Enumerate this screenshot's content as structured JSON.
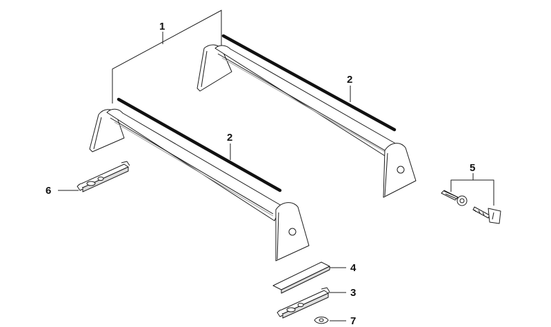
{
  "diagram": {
    "callouts": {
      "c1": "1",
      "c2a": "2",
      "c2b": "2",
      "c3": "3",
      "c4": "4",
      "c5": "5",
      "c6": "6",
      "c7": "7"
    },
    "colors": {
      "line": "#1a1a1a",
      "fill": "#ffffff",
      "shade": "#e9e9e9",
      "strip": "#111111"
    }
  }
}
